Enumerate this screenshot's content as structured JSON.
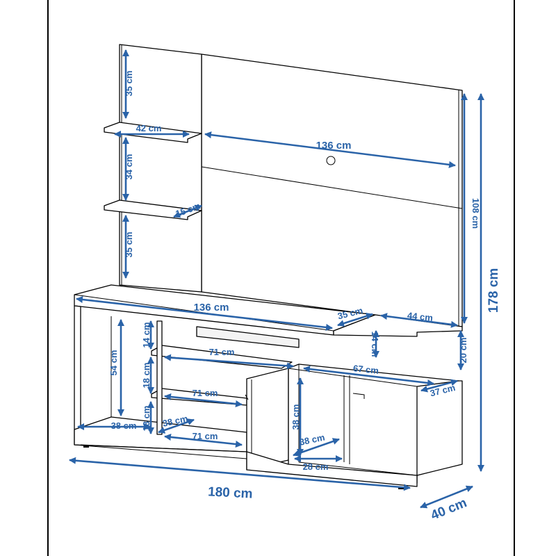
{
  "colors": {
    "dimension": "#2a63a8",
    "outline": "#000000",
    "background": "#ffffff"
  },
  "dimensions": {
    "upper_shelf_gap": "35 cm",
    "upper_shelf_width": "42 cm",
    "panel_width": "136 cm",
    "middle_shelf_gap": "34 cm",
    "lower_shelf_depth": "15 cm",
    "lower_shelf_gap": "35 cm",
    "panel_height": "108 cm",
    "total_height": "178 cm",
    "top_width": "136 cm",
    "top_depth": "35 cm",
    "right_top_width": "44 cm",
    "niche_height": "14 cm",
    "right_niche_height": "14 cm",
    "right_base_height": "20 cm",
    "left_compartment_height": "54 cm",
    "shelf_1_width": "71 cm",
    "shelf_1_height": "18 cm",
    "shelf_2_width": "71 cm",
    "shelf_2_height": "18 cm",
    "shelf_3_width": "71 cm",
    "cabinet_width": "67 cm",
    "cabinet_depth": "37 cm",
    "cabinet_height": "38 cm",
    "cabinet_inner_depth": "38 cm",
    "cabinet_inner_width": "28 cm",
    "base_depth_left": "38 cm",
    "base_depth_middle": "38 cm",
    "total_width": "180 cm",
    "total_depth": "40 cm"
  }
}
